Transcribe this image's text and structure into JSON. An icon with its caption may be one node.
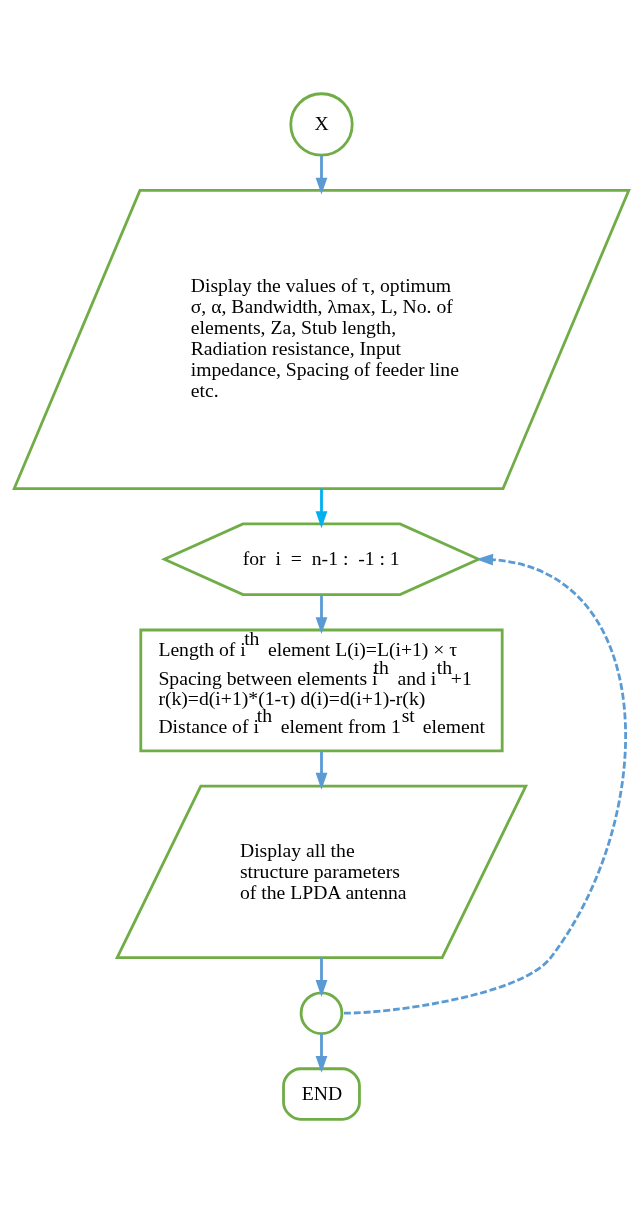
{
  "diagram": {
    "nodes": [
      {
        "text": [
          "X"
        ]
      },
      {
        "text": [
          "Display the values of τ, optimum σ, α, Bandwidth, λmax, L, No. of elements, Za, Stub length, Radiation resistance, Input impedance, Spacing of feeder line etc."
        ]
      },
      {
        "text": [
          "for  i  =  n-1 :  -1 : 1"
        ]
      },
      {
        "text": [
          "Length of i$^{th}$ element L(i)=L(i+1) × τ",
          "Spacing between elements i$^{th}$ and i$^{th}$+1 r(k)=d(i+1)*(1-τ) d(i)=d(i+1)-r(k)",
          "Distance of i$^{th}$ element from 1$^{st}$ element"
        ]
      },
      {
        "text": [
          "Display all the structure parameters of the LPDA antenna"
        ]
      },
      {
        "text": [],
        "shape": "circle"
      },
      {
        "text": [
          "END"
        ]
      }
    ],
    "edges": [
      {
        "from": 0,
        "to": 1,
        "arrow": "to"
      },
      {
        "from": 1,
        "to": 2,
        "arrow": "to",
        "color": "#00b0f0"
      },
      {
        "from": 2,
        "to": 3,
        "arrow": "to"
      },
      {
        "from": 3,
        "to": 4,
        "arrow": "to"
      },
      {
        "from": 4,
        "to": 5,
        "arrow": "to"
      },
      {
        "from": 5,
        "to": 2,
        "arrow": "to",
        "style": "dashed"
      },
      {
        "from": 5,
        "to": 6,
        "arrow": "to"
      }
    ]
  }
}
